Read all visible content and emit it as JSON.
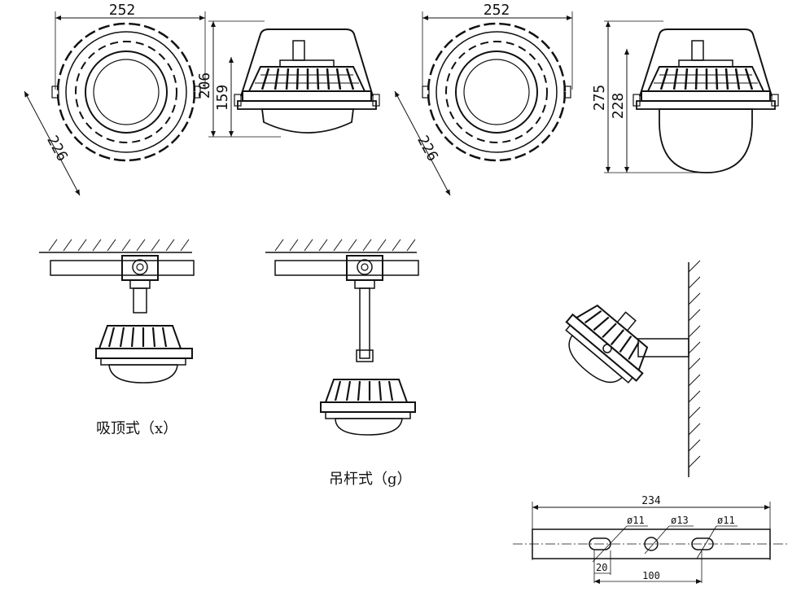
{
  "views": {
    "front_view_1": {
      "width_label": "252",
      "diag_label": "226"
    },
    "side_view_1": {
      "height_outer_label": "206",
      "height_inner_label": "159"
    },
    "front_view_2": {
      "width_label": "252",
      "diag_label": "226"
    },
    "side_view_2": {
      "height_outer_label": "275",
      "height_inner_label": "228"
    }
  },
  "mounting": {
    "ceiling_caption": "吸顶式（x）",
    "pendant_caption": "吊杆式（g）"
  },
  "bracket": {
    "length_label": "234",
    "hole_left_label": "ø11",
    "hole_center_label": "ø13",
    "hole_right_label": "ø11",
    "offset_label": "20",
    "spacing_label": "100"
  },
  "colors": {
    "line": "#111111",
    "background": "#ffffff"
  }
}
